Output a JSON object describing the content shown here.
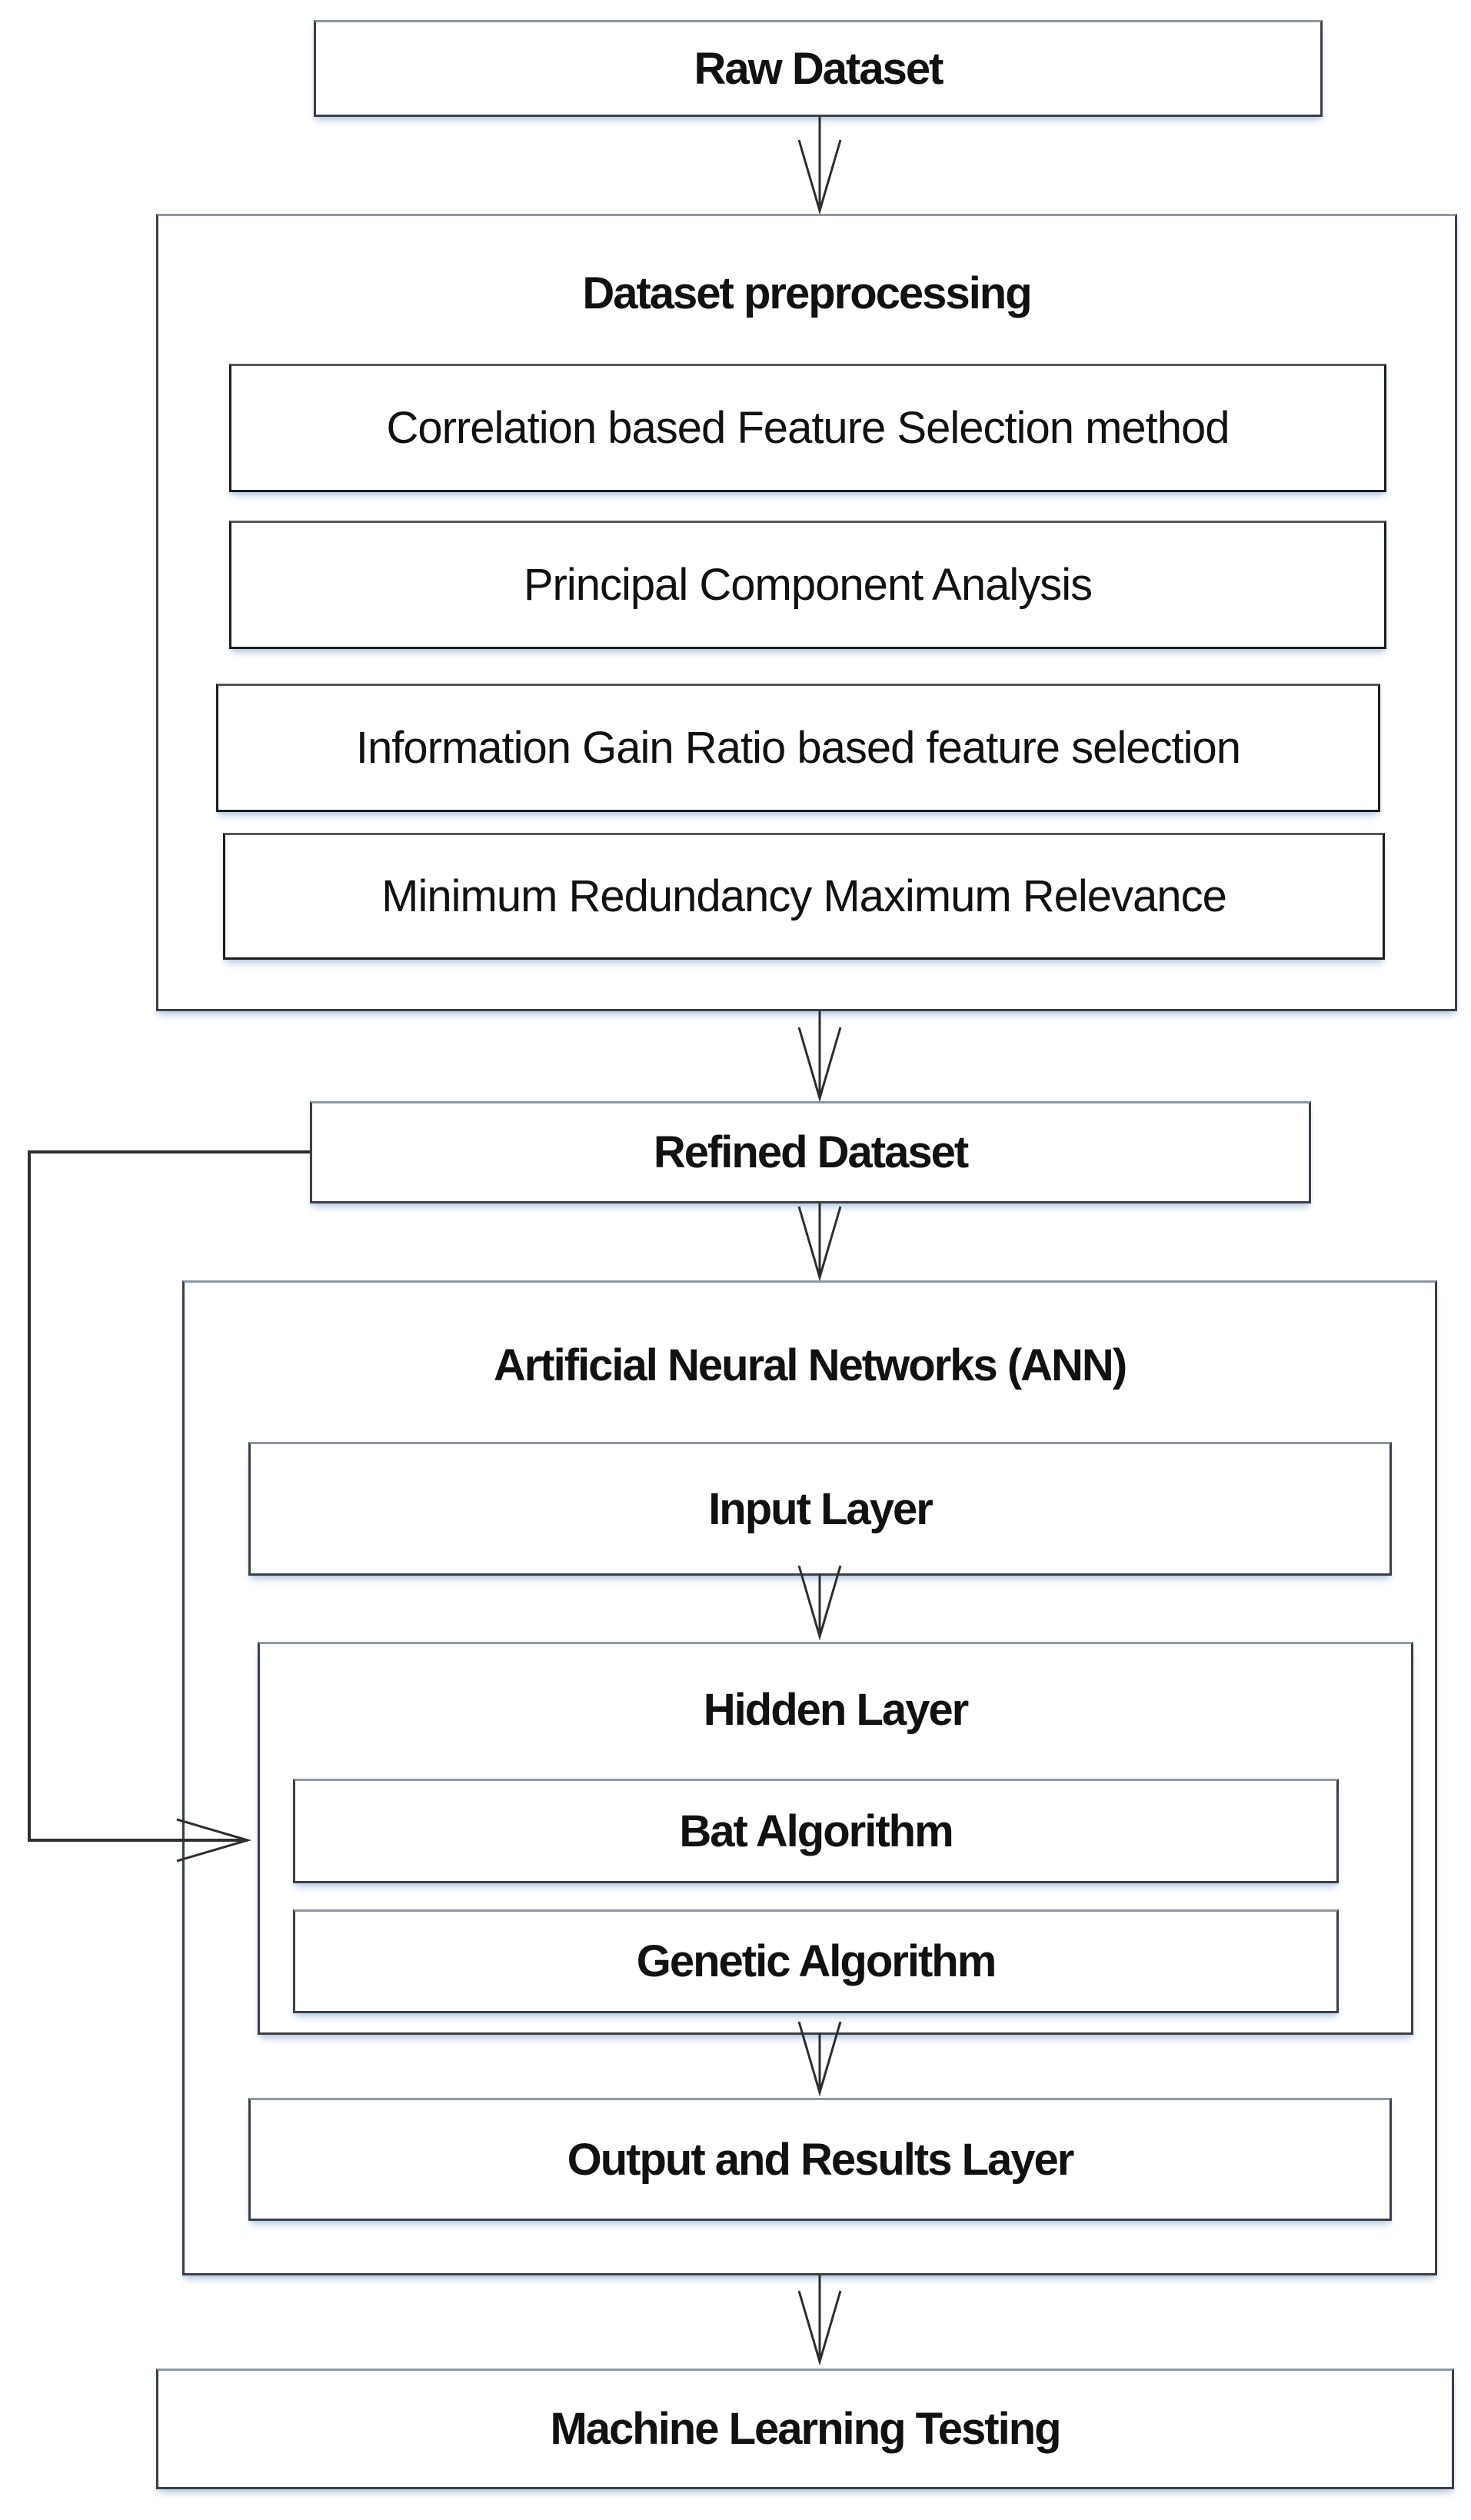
{
  "nodes": {
    "raw_dataset": "Raw Dataset",
    "preprocessing_title": "Dataset preprocessing",
    "cfs": "Correlation based Feature Selection method",
    "pca": "Principal Component Analysis",
    "igr": "Information Gain Ratio based feature selection",
    "mrmr": "Minimum Redundancy Maximum Relevance",
    "refined_dataset": "Refined Dataset",
    "ann_title": "Artificial Neural Networks (ANN)",
    "input_layer": "Input Layer",
    "hidden_layer_title": "Hidden Layer",
    "bat_algorithm": "Bat Algorithm",
    "genetic_algorithm": "Genetic Algorithm",
    "output_layer": "Output and Results Layer",
    "ml_testing": "Machine Learning Testing"
  },
  "colors": {
    "background": "#ffffff",
    "box_fill": "#ffffff",
    "border_dark": "#3c4046",
    "border_inner": "#1b1d1f",
    "border_top_light": "#9097a0",
    "text": "#111111",
    "arrow_line": "#2e2e2e",
    "shadow": "#96b2d7"
  }
}
